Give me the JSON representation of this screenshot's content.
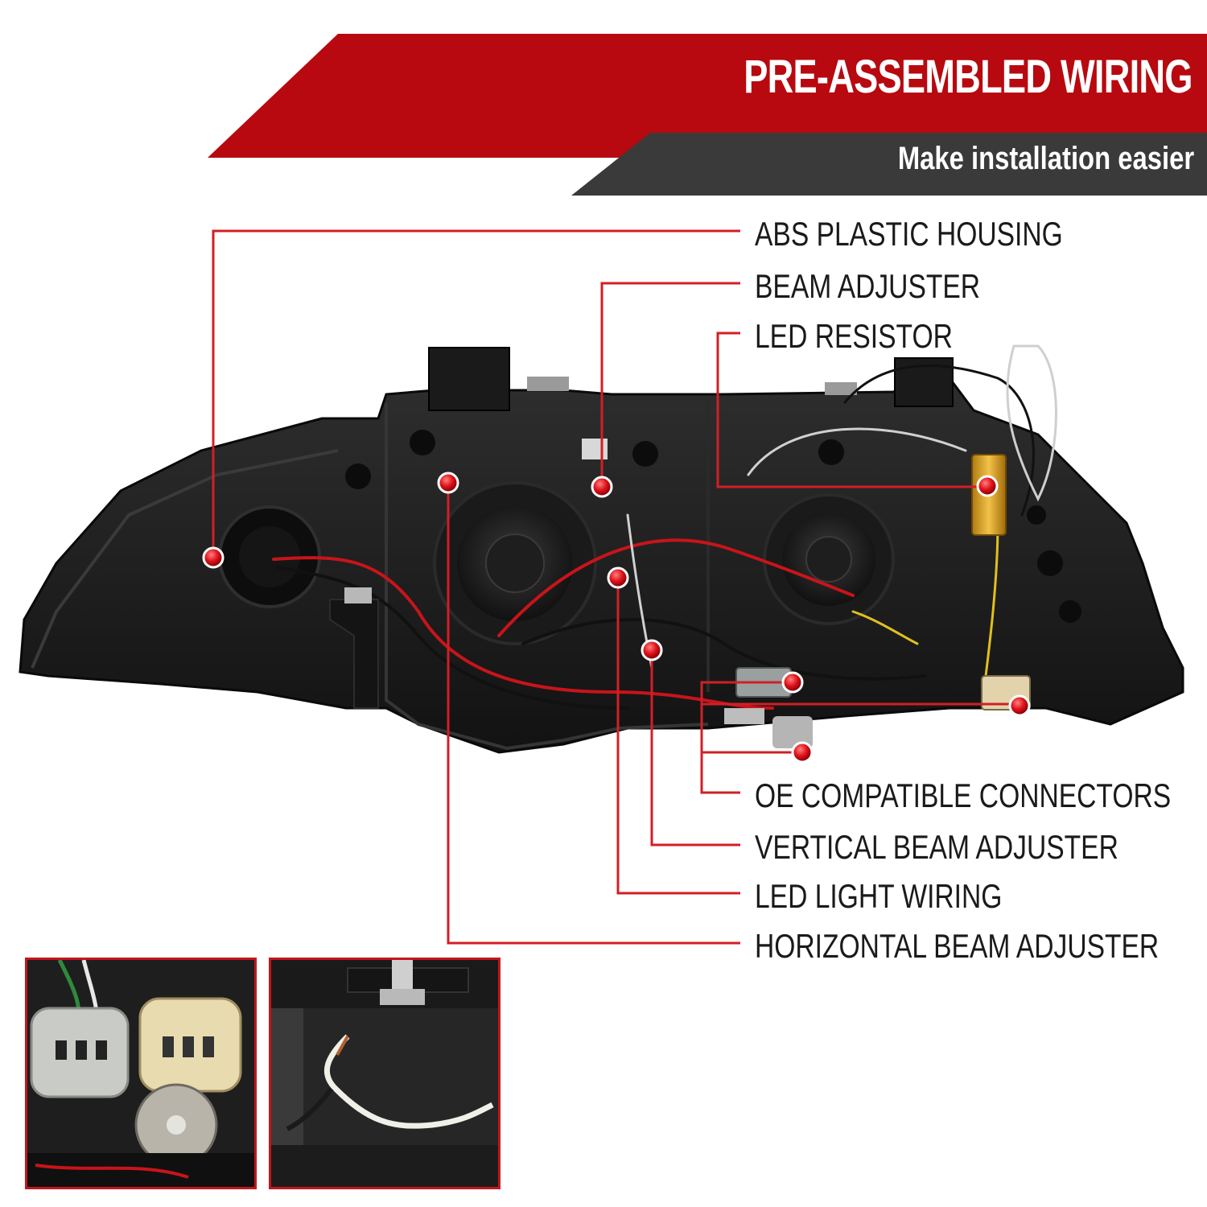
{
  "header": {
    "title": "PRE-ASSEMBLED WIRING",
    "subtitle": "Make installation easier"
  },
  "callouts": [
    {
      "label": "ABS PLASTIC HOUSING"
    },
    {
      "label": "BEAM ADJUSTER"
    },
    {
      "label": "LED RESISTOR"
    },
    {
      "label": "OE COMPATIBLE CONNECTORS"
    },
    {
      "label": "VERTICAL BEAM ADJUSTER"
    },
    {
      "label": "LED LIGHT WIRING"
    },
    {
      "label": "HORIZONTAL BEAM ADJUSTER"
    }
  ],
  "colors": {
    "accent_red": "#b7090f",
    "dark_band": "#3a3a3a",
    "callout_line": "#d11f26",
    "housing": "#1c1c1c"
  },
  "insets": [
    {
      "subject": "oe-connectors-closeup"
    },
    {
      "subject": "wiring-closeup"
    }
  ]
}
